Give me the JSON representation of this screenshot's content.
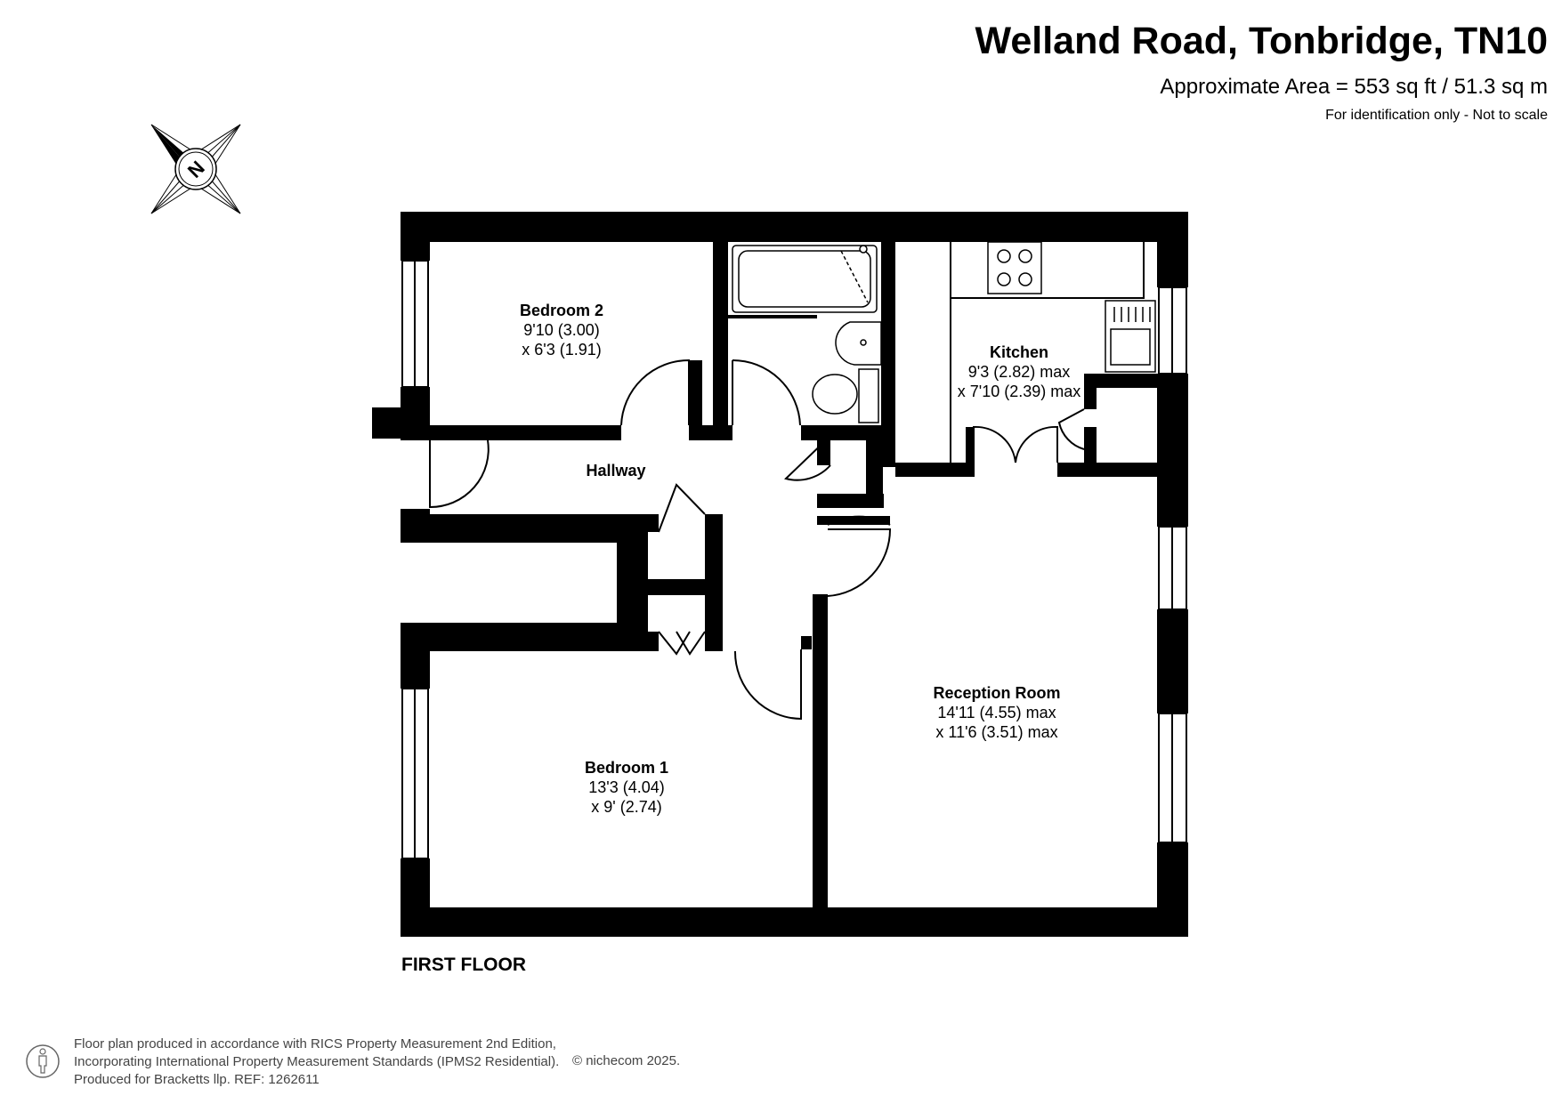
{
  "header": {
    "title": "Welland Road, Tonbridge, TN10",
    "area": "Approximate Area = 553 sq ft / 51.3 sq m",
    "note": "For identification only - Not to scale"
  },
  "compass": {
    "icon": "north-arrow-icon",
    "letter": "N"
  },
  "rooms": {
    "bedroom2": {
      "name": "Bedroom 2",
      "dim1": "9'10 (3.00)",
      "dim2": "x 6'3 (1.91)"
    },
    "kitchen": {
      "name": "Kitchen",
      "dim1": "9'3 (2.82) max",
      "dim2": "x 7'10 (2.39) max"
    },
    "hallway": {
      "name": "Hallway"
    },
    "reception": {
      "name": "Reception Room",
      "dim1": "14'11 (4.55) max",
      "dim2": "x 11'6 (3.51) max"
    },
    "bedroom1": {
      "name": "Bedroom 1",
      "dim1": "13'3 (4.04)",
      "dim2": "x 9' (2.74)"
    }
  },
  "floor_label": "FIRST FLOOR",
  "footer": {
    "line1": "Floor plan produced in accordance with RICS Property Measurement 2nd Edition,",
    "line2": "Incorporating International Property Measurement Standards (IPMS2 Residential).",
    "line3": "Produced for Bracketts llp.   REF:  1262611",
    "copyright": "© nichecom 2025."
  },
  "colors": {
    "wall": "#000000",
    "background": "#ffffff",
    "text": "#000000"
  }
}
